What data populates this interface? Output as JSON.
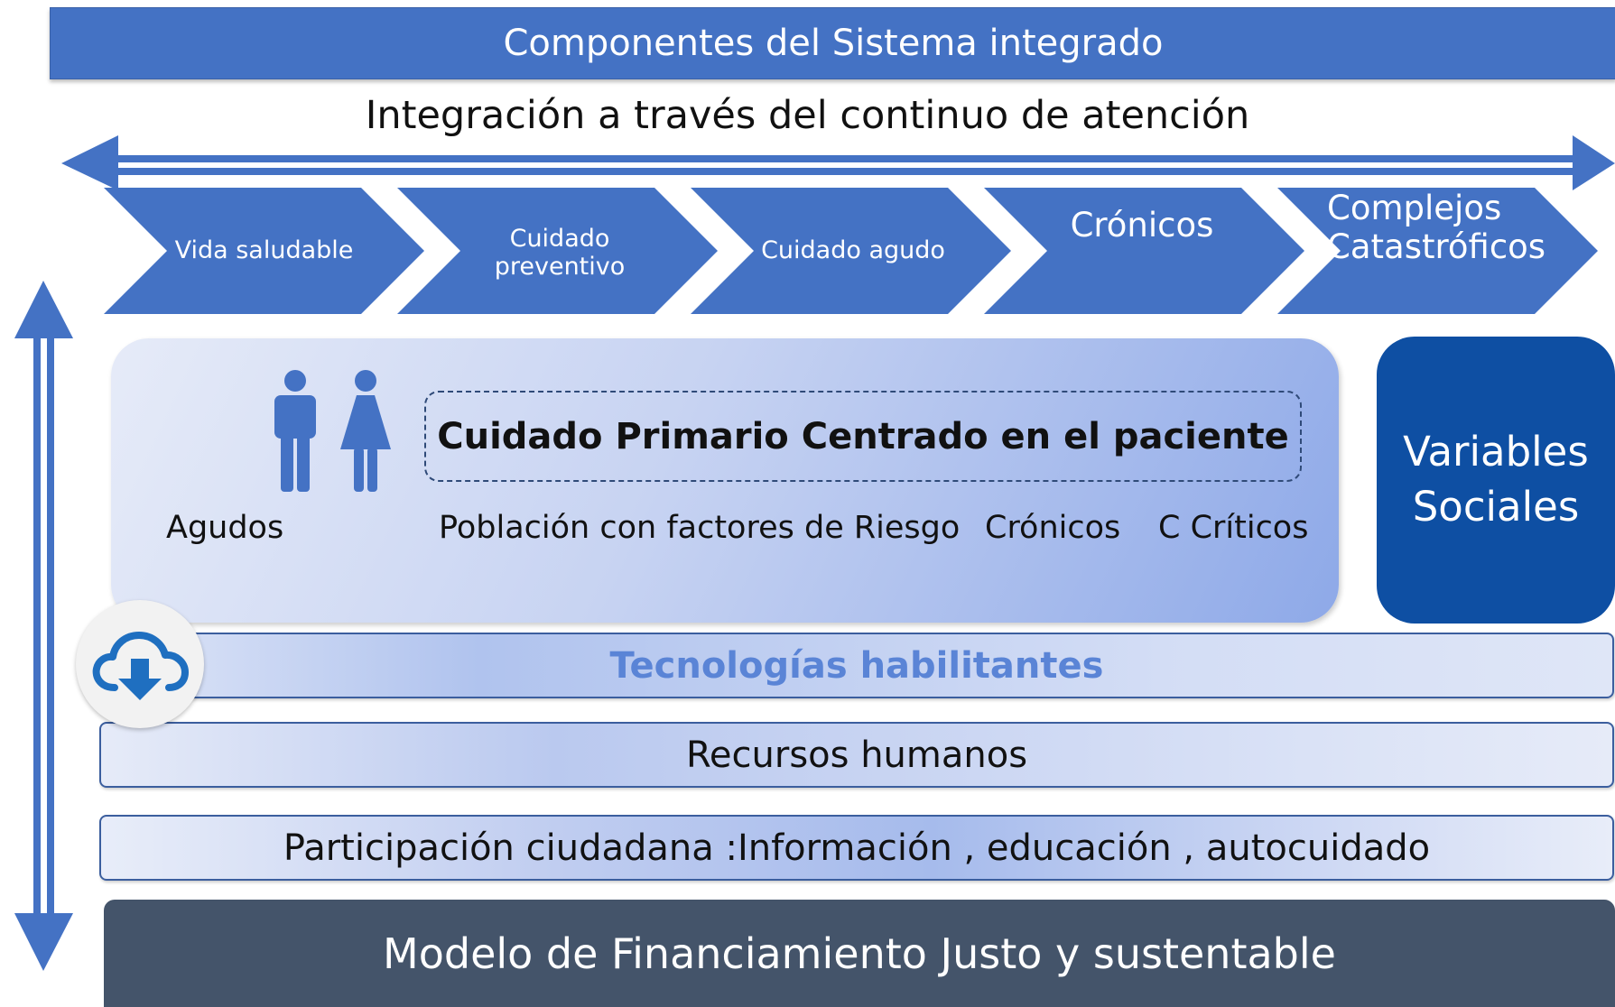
{
  "header": {
    "title": "Componentes del Sistema integrado"
  },
  "continuum": {
    "label": "Integración a través del continuo de atención",
    "stages": [
      {
        "label": "Vida saludable"
      },
      {
        "label": "Cuidado preventivo"
      },
      {
        "label": "Cuidado agudo"
      },
      {
        "label": "Crónicos"
      },
      {
        "label": "Complejos Catastróficos"
      }
    ]
  },
  "primary_care": {
    "title": "Cuidado Primario Centrado en el paciente",
    "populations": [
      "Agudos",
      "Población con factores de Riesgo",
      "Crónicos",
      "C Críticos"
    ]
  },
  "social": {
    "label": "Variables\nSociales"
  },
  "layers": {
    "technology": "Tecnologías habilitantes",
    "human_resources": "Recursos humanos",
    "participation": "Participación ciudadana :Información , educación , autocuidado",
    "financing": "Modelo de Financiamiento Justo y sustentable"
  },
  "colors": {
    "primary_blue": "#4472c4",
    "dark_blue": "#0e4fa3",
    "slate": "#44546a"
  },
  "icons": [
    "person-male-icon",
    "person-female-icon",
    "cloud-download-icon",
    "double-arrow-horizontal",
    "double-arrow-vertical"
  ]
}
